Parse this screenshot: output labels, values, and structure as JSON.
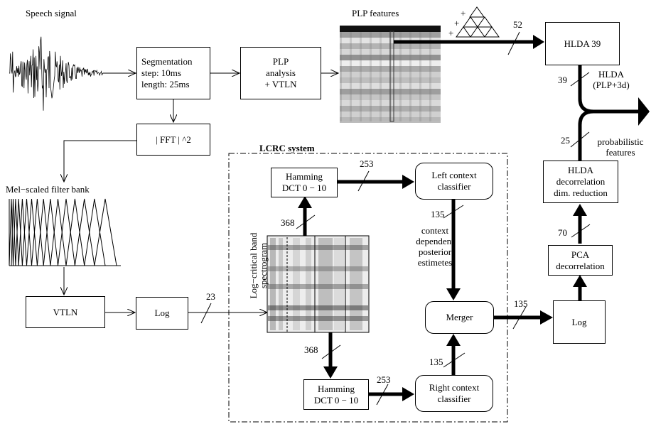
{
  "title": "",
  "labels": {
    "speech_signal": "Speech signal",
    "plp_features": "PLP features",
    "mel_filter_bank": "Mel−scaled filter bank",
    "lcrc_system": "LCRC system",
    "spectrogram_line1": "Log−critical band",
    "spectrogram_line2": "spectrogram",
    "context_line1": "context",
    "context_line2": "dependent",
    "context_line3": "posterior",
    "context_line4": "estimetes",
    "hlda_side_line1": "HLDA",
    "hlda_side_line2": "(PLP+3d)",
    "prob_line1": "probabilistic",
    "prob_line2": "features"
  },
  "numbers": {
    "n52": "52",
    "n39": "39",
    "n25": "25",
    "n70": "70",
    "n23": "23",
    "n253_top": "253",
    "n253_bottom": "253",
    "n368_top": "368",
    "n368_bottom": "368",
    "n135_left": "135",
    "n135_merger_in": "135",
    "n135_merger_out": "135"
  },
  "boxes": {
    "segmentation": {
      "line1": "Segmentation",
      "line2": "step: 10ms",
      "line3": "length: 25ms"
    },
    "plp_analysis": {
      "line1": "PLP",
      "line2": "analysis",
      "line3": "+ VTLN"
    },
    "fft": {
      "label": "| FFT | ^2"
    },
    "vtln": {
      "label": "VTLN"
    },
    "log_left": {
      "label": "Log"
    },
    "hamming_top": {
      "line1": "Hamming",
      "line2": "DCT 0 − 10"
    },
    "hamming_bottom": {
      "line1": "Hamming",
      "line2": "DCT 0 − 10"
    },
    "left_classifier": {
      "line1": "Left context",
      "line2": "classifier"
    },
    "right_classifier": {
      "line1": "Right context",
      "line2": "classifier"
    },
    "merger": {
      "label": "Merger"
    },
    "log_right": {
      "label": "Log"
    },
    "pca": {
      "line1": "PCA",
      "line2": "decorrelation"
    },
    "hlda_reduction": {
      "line1": "HLDA",
      "line2": "decorrelation",
      "line3": "dim. reduction"
    },
    "hlda39": {
      "label": "HLDA 39"
    }
  },
  "triangle_signs": [
    "+",
    "+",
    "+"
  ]
}
